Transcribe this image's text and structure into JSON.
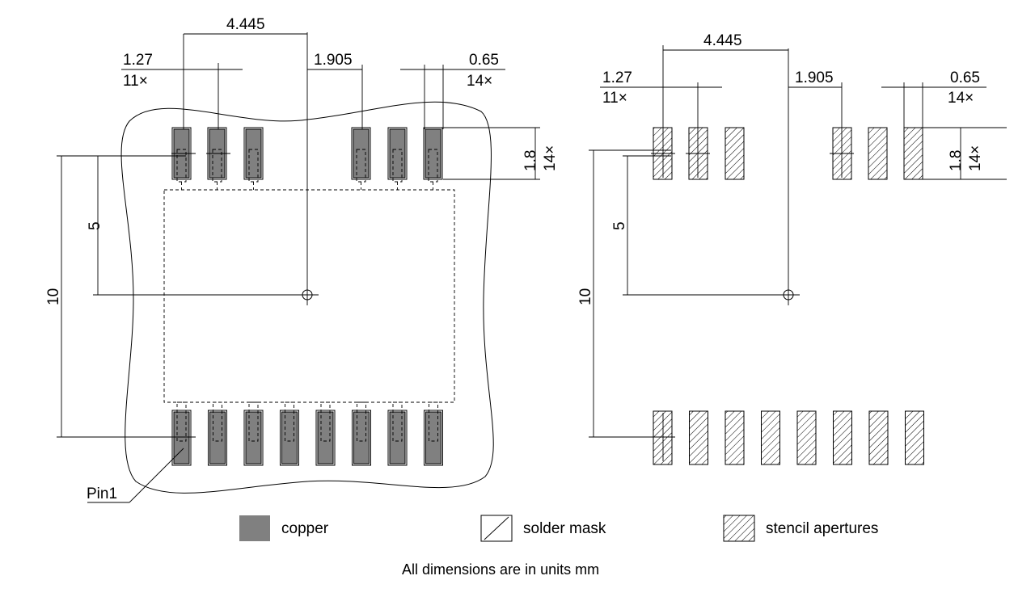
{
  "left_view": {
    "pitch_label": "1.27",
    "pitch_count_label": "11×",
    "span_label": "4.445",
    "center_offset_label": "1.905",
    "pad_width_label": "0.65",
    "pad_width_count_label": "14×",
    "pad_length_label": "1.8",
    "pad_length_count_label": "14×",
    "half_height_label": "5",
    "full_height_label": "10",
    "pin1_label": "Pin1"
  },
  "right_view": {
    "pitch_label": "1.27",
    "pitch_count_label": "11×",
    "span_label": "4.445",
    "center_offset_label": "1.905",
    "pad_width_label": "0.65",
    "pad_width_count_label": "14×",
    "pad_length_label": "1.8",
    "pad_length_count_label": "14×",
    "half_height_label": "5",
    "full_height_label": "10"
  },
  "legend": [
    {
      "label": "copper",
      "color": "#808080"
    },
    {
      "label": "solder mask",
      "pattern": "wide-hatch"
    },
    {
      "label": "stencil apertures",
      "pattern": "fine-hatch"
    }
  ],
  "footnote": "All dimensions are in units mm",
  "pads": {
    "top_count": 6,
    "bottom_count": 8
  }
}
